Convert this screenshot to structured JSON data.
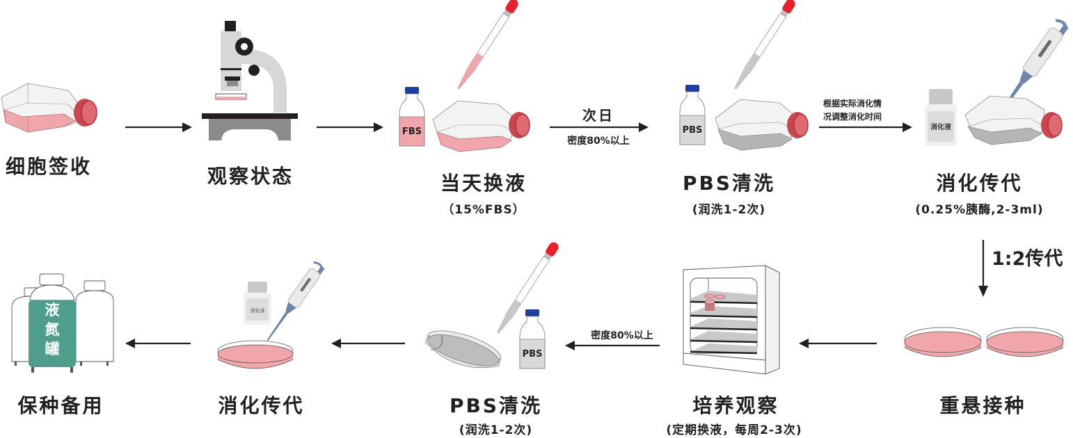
{
  "colors": {
    "text": "#231f20",
    "medium_pink": "#f0a6aa",
    "cap_red": "#c9464f",
    "dropper_red": "#e8202c",
    "bottle_cap_blue": "#1f3fa0",
    "pbs_gray": "#b5b5b5",
    "tank_green": "#4f9e8c",
    "pipette_blue": "#6b86a8"
  },
  "steps": [
    {
      "id": 1,
      "title": "细胞签收",
      "subtitle": "",
      "icon": "culture-flask-icon"
    },
    {
      "id": 2,
      "title": "观察状态",
      "subtitle": "",
      "icon": "microscope-icon"
    },
    {
      "id": 3,
      "title": "当天换液",
      "subtitle": "（15%FBS）",
      "icon": "fbs-bottle-flask-dropper-icon",
      "bottle_label": "FBS"
    },
    {
      "id": 4,
      "title": "PBS清洗",
      "subtitle": "(润洗1-2次)",
      "icon": "pbs-bottle-flask-dropper-icon",
      "bottle_label": "PBS"
    },
    {
      "id": 5,
      "title": "消化传代",
      "subtitle": "(0.25%胰酶,2-3ml)",
      "icon": "digestion-flask-pipette-icon",
      "bottle_label": "消化液"
    },
    {
      "id": 6,
      "title": "重悬接种",
      "subtitle": "",
      "icon": "two-petri-dishes-icon"
    },
    {
      "id": 7,
      "title": "培养观察",
      "subtitle": "(定期换液，每周2-3次)",
      "icon": "incubator-icon"
    },
    {
      "id": 8,
      "title": "PBS清洗",
      "subtitle": "(润洗1-2次)",
      "icon": "pbs-bottle-dish-dropper-icon",
      "bottle_label": "PBS"
    },
    {
      "id": 9,
      "title": "消化传代",
      "subtitle": "",
      "icon": "digestion-dish-pipette-icon",
      "bottle_label": "消化液"
    },
    {
      "id": 10,
      "title": "保种备用",
      "subtitle": "",
      "icon": "liquid-nitrogen-tank-icon",
      "tank_label": [
        "液",
        "氮",
        "罐"
      ]
    }
  ],
  "arrows": {
    "a1_2": {
      "top": "",
      "bottom": ""
    },
    "a2_3": {
      "top": "",
      "bottom": ""
    },
    "a3_4": {
      "top": "次日",
      "bottom": "密度80%以上"
    },
    "a4_5": {
      "top_line1": "根据实际消化情",
      "top_line2": "况调整消化时间"
    },
    "a5_6": {
      "side": "1:2传代"
    },
    "a6_7": {
      "top": ""
    },
    "a7_8": {
      "top": "密度80%以上"
    },
    "a8_9": {
      "top": ""
    },
    "a9_10": {
      "top": ""
    }
  }
}
